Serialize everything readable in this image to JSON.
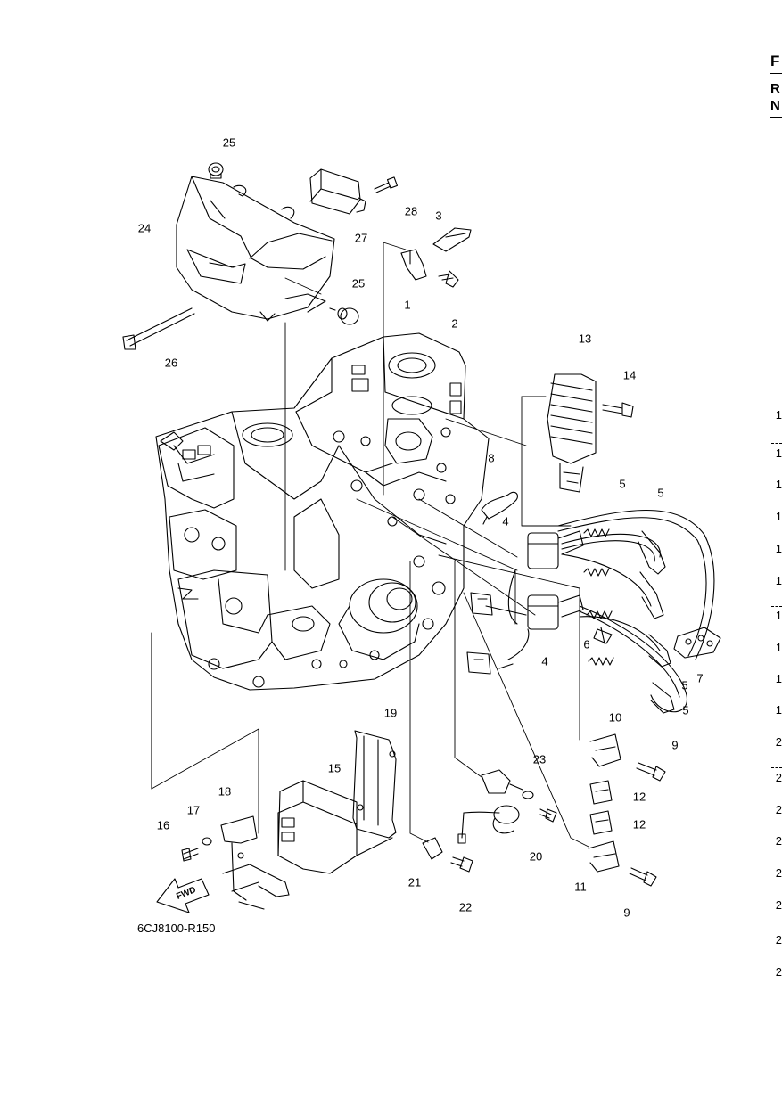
{
  "drawing_code": "6CJ8100-R150",
  "fwd_label": "FWD",
  "callouts": [
    {
      "n": "25",
      "id": "grommet-top"
    },
    {
      "n": "24",
      "id": "bracket-cover"
    },
    {
      "n": "27",
      "id": "relay"
    },
    {
      "n": "28",
      "id": "screw-relay"
    },
    {
      "n": "3",
      "id": "clamp"
    },
    {
      "n": "1",
      "id": "holder"
    },
    {
      "n": "2",
      "id": "bolt-holder"
    },
    {
      "n": "25",
      "id": "grommet-side"
    },
    {
      "n": "26",
      "id": "plastic-tie"
    },
    {
      "n": "13",
      "id": "rectifier-regulator"
    },
    {
      "n": "14",
      "id": "bolt-rectifier"
    },
    {
      "n": "8",
      "id": "clip"
    },
    {
      "n": "5",
      "id": "plug-cap-1"
    },
    {
      "n": "5",
      "id": "plug-cap-2"
    },
    {
      "n": "4",
      "id": "ignition-coil-upper"
    },
    {
      "n": "6",
      "id": "band"
    },
    {
      "n": "7",
      "id": "holder-plug"
    },
    {
      "n": "4",
      "id": "ignition-coil-lower"
    },
    {
      "n": "5",
      "id": "plug-cap-3"
    },
    {
      "n": "5",
      "id": "plug-cap-4"
    },
    {
      "n": "10",
      "id": "bracket-upper"
    },
    {
      "n": "9",
      "id": "bolt-upper"
    },
    {
      "n": "19",
      "id": "ecm-bracket"
    },
    {
      "n": "23",
      "id": "sensor-set"
    },
    {
      "n": "15",
      "id": "cdi-unit"
    },
    {
      "n": "12",
      "id": "clamp-upper"
    },
    {
      "n": "12",
      "id": "clamp-lower"
    },
    {
      "n": "18",
      "id": "holder-bracket"
    },
    {
      "n": "17",
      "id": "washer"
    },
    {
      "n": "16",
      "id": "bolt-holder-bracket"
    },
    {
      "n": "20",
      "id": "grommet-sensor"
    },
    {
      "n": "21",
      "id": "clamp-sensor"
    },
    {
      "n": "22",
      "id": "bolt-clamp"
    },
    {
      "n": "11",
      "id": "bracket-lower"
    },
    {
      "n": "9",
      "id": "bolt-lower"
    }
  ],
  "edge": {
    "letters": [
      "F",
      "R",
      "N"
    ],
    "numbers": [
      "1",
      "1",
      "1",
      "1",
      "1",
      "1",
      "1",
      "1",
      "1",
      "1",
      "2",
      "2",
      "2",
      "2",
      "2",
      "2",
      "2",
      "2"
    ]
  }
}
